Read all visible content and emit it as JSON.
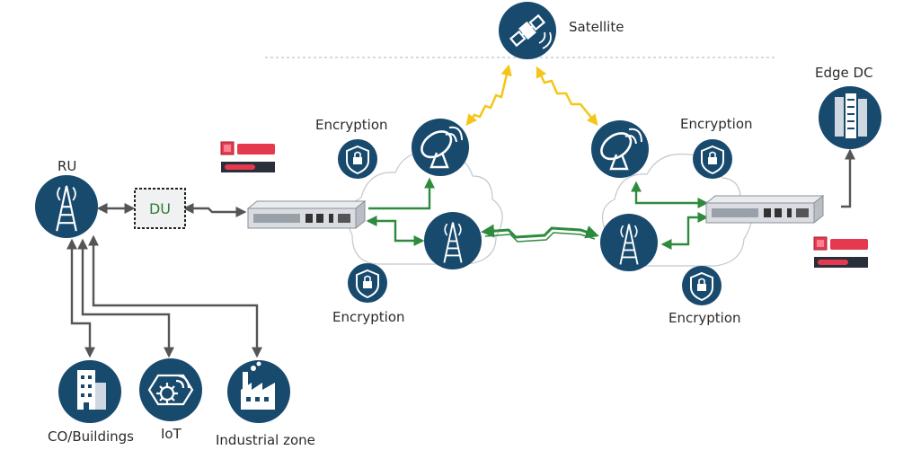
{
  "labels": {
    "satellite": "Satellite",
    "edge_dc": "Edge DC",
    "ru": "RU",
    "du": "DU",
    "encryption_top_left": "Encryption",
    "encryption_top_right": "Encryption",
    "encryption_bottom_left": "Encryption",
    "encryption_bottom_right": "Encryption",
    "co_buildings": "CO/Buildings",
    "iot": "IoT",
    "industrial_zone": "Industrial zone"
  },
  "icons": {
    "satellite": "satellite-icon",
    "dish": "satellite-dish-icon",
    "tower": "cell-tower-icon",
    "shield": "shield-lock-icon",
    "server_rack": "server-rack-icon",
    "building": "building-icon",
    "iot": "iot-gear-icon",
    "factory": "factory-icon",
    "nic_card": "network-card-icon",
    "appliance": "network-appliance-icon"
  },
  "colors": {
    "node": "#184a6e",
    "green_link": "#2e8b3e",
    "gray_link": "#555555",
    "satellite_link": "#f5c518",
    "card_red": "#e53950",
    "card_dark": "#2b2f3a",
    "du_text": "#2e7d32"
  }
}
